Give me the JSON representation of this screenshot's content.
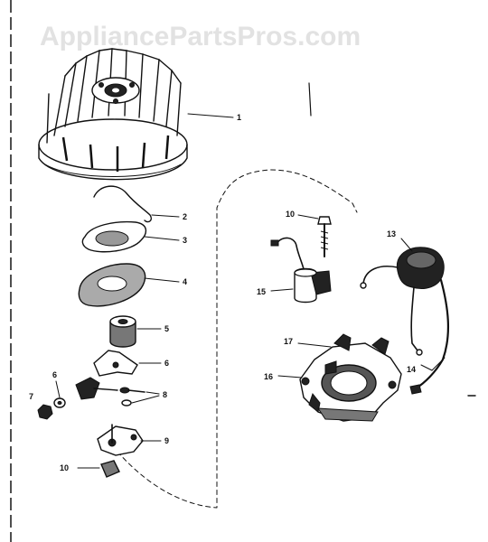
{
  "watermark": "AppliancePartsPros.com",
  "callouts": [
    {
      "id": "c1",
      "label": "1"
    },
    {
      "id": "c2",
      "label": "2"
    },
    {
      "id": "c3",
      "label": "3"
    },
    {
      "id": "c4",
      "label": "4"
    },
    {
      "id": "c5",
      "label": "5"
    },
    {
      "id": "c6a",
      "label": "6"
    },
    {
      "id": "c6b",
      "label": "6"
    },
    {
      "id": "c7",
      "label": "7"
    },
    {
      "id": "c8",
      "label": "8"
    },
    {
      "id": "c9",
      "label": "9"
    },
    {
      "id": "c10",
      "label": "10"
    },
    {
      "id": "c10b",
      "label": "10"
    },
    {
      "id": "c13",
      "label": "13"
    },
    {
      "id": "c14",
      "label": "14"
    },
    {
      "id": "c15",
      "label": "15"
    },
    {
      "id": "c16",
      "label": "16"
    },
    {
      "id": "c17",
      "label": "17"
    }
  ]
}
